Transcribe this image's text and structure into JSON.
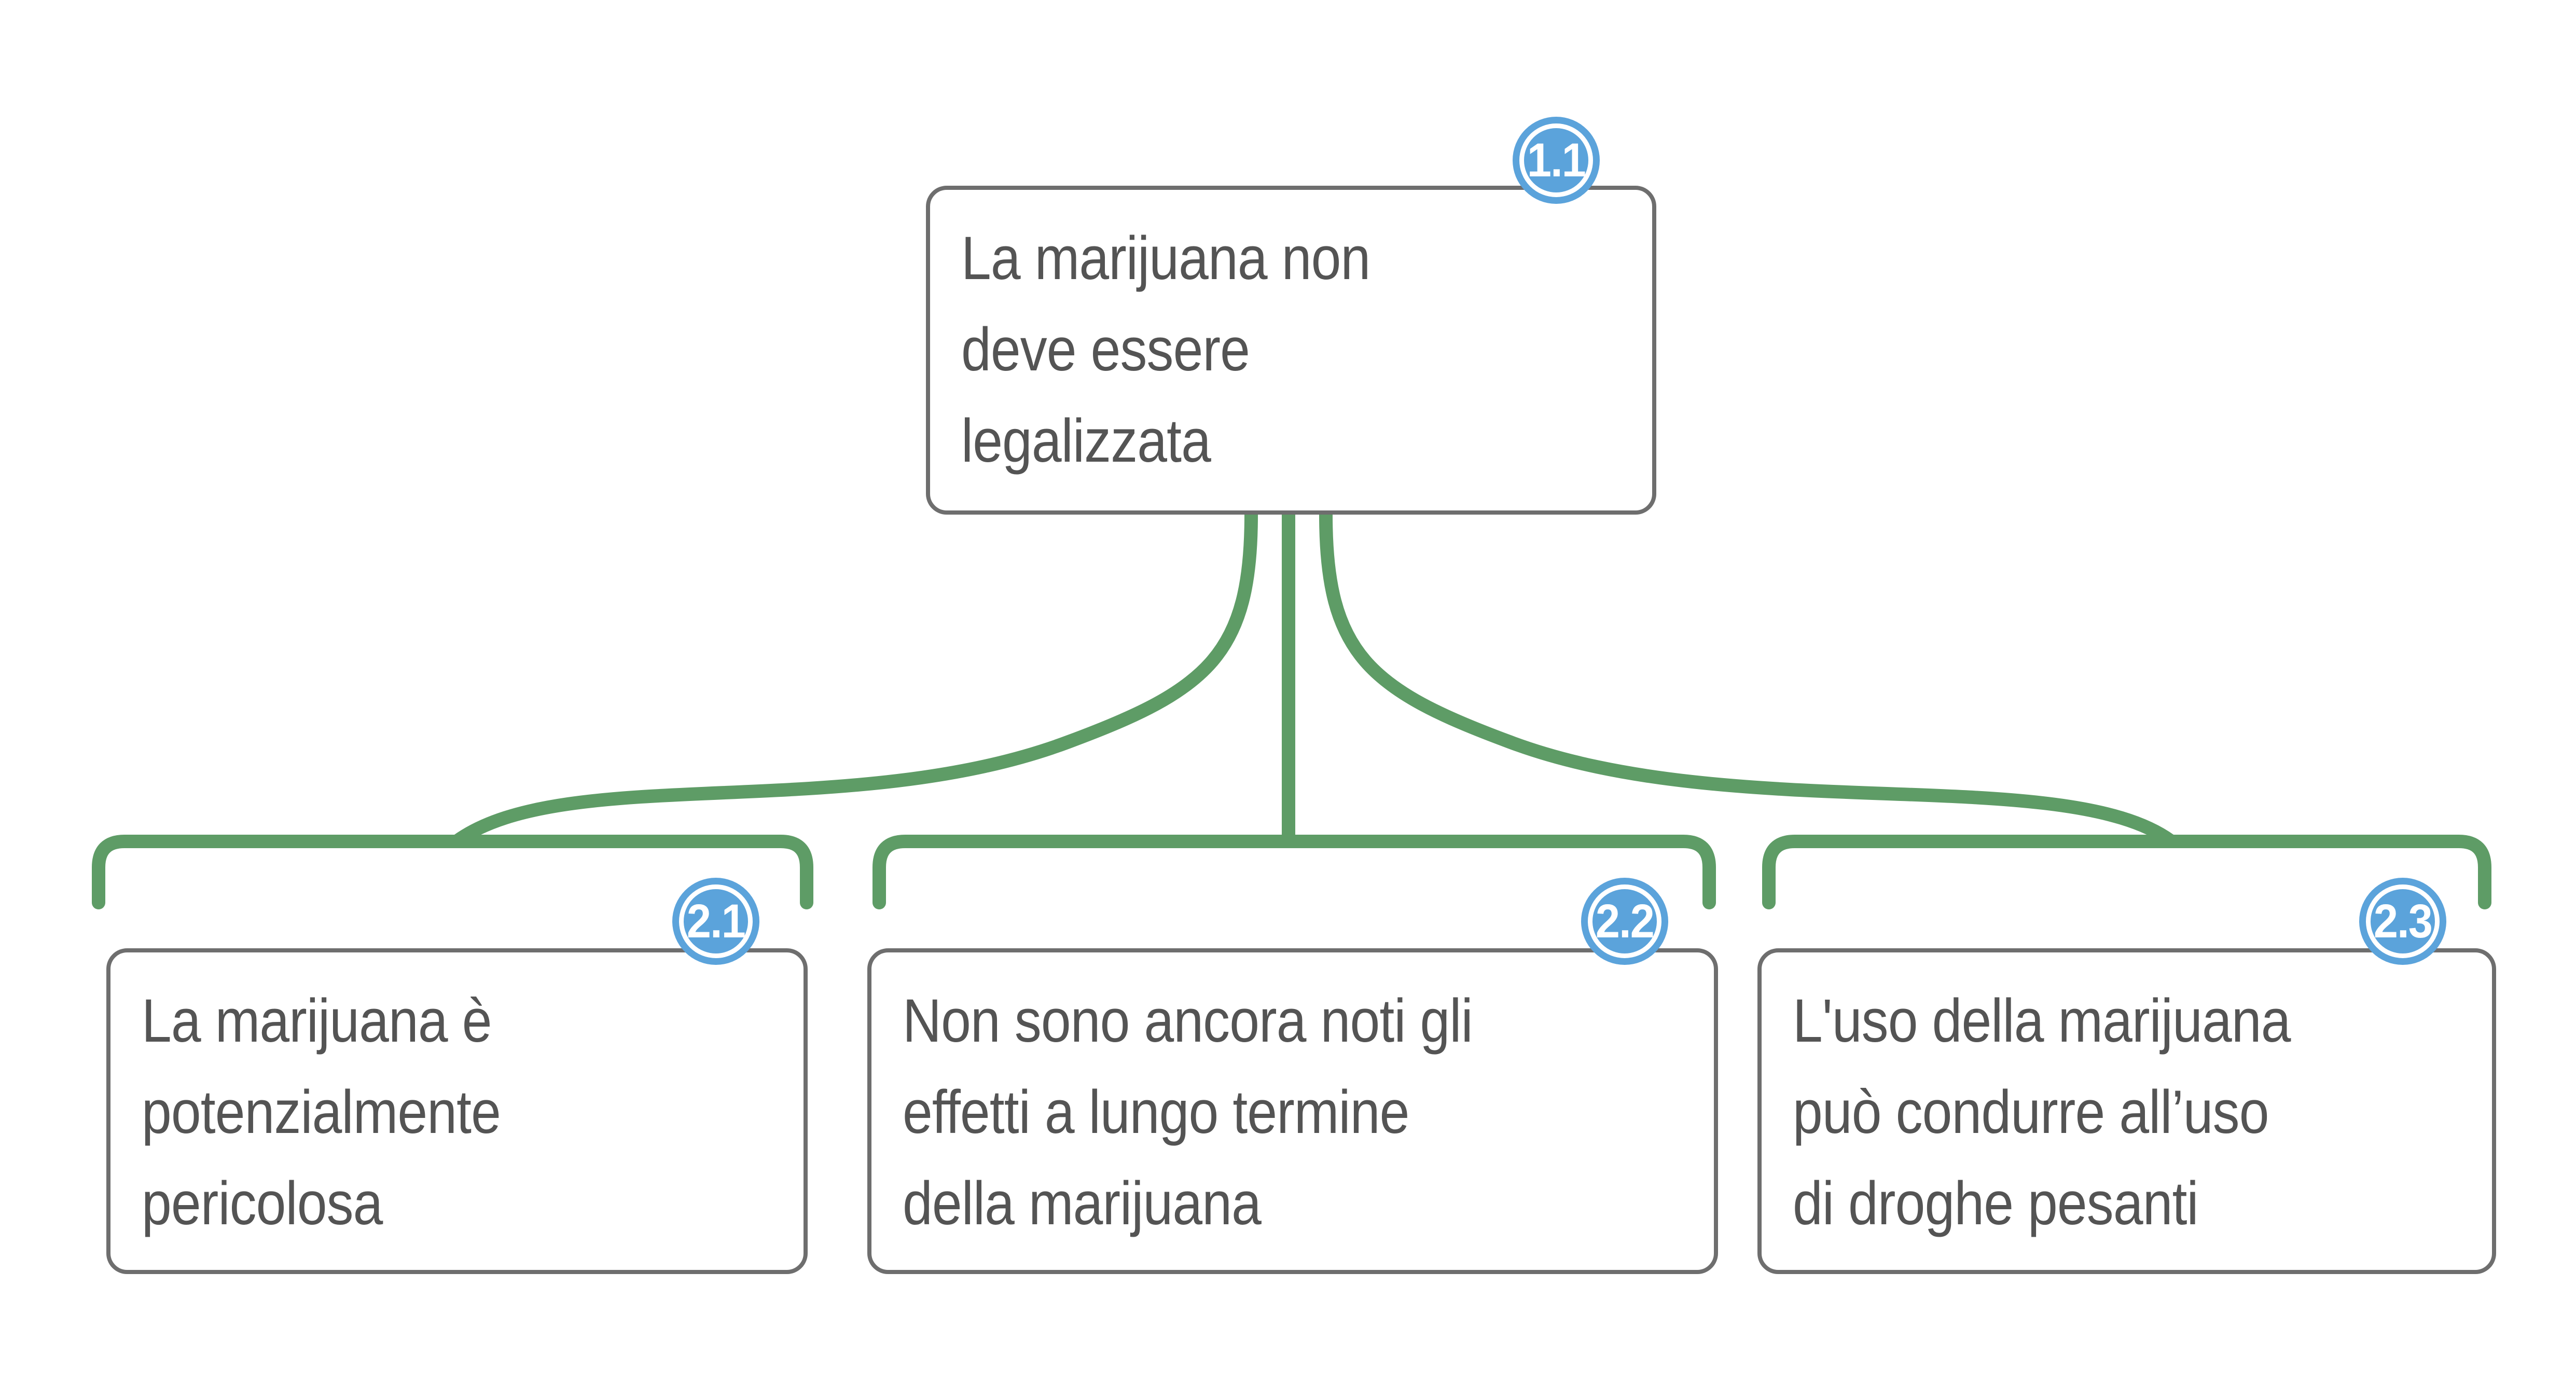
{
  "diagram": {
    "type": "argument-map",
    "language": "it",
    "background_color": "#ffffff",
    "colors": {
      "connector_green": "#5e9c66",
      "badge_blue": "#5ba3db",
      "badge_text": "#ffffff",
      "box_border": "#6e6e6e",
      "box_fill": "#ffffff",
      "node_text": "#545454"
    },
    "root": {
      "badge": "1.1",
      "text": "La marijuana non deve essere legalizzata",
      "lines": "La marijuana non\ndeve essere\nlegalizzata"
    },
    "children": [
      {
        "badge": "2.1",
        "text": "La marijuana è potenzialmente pericolosa",
        "lines": "La marijuana è\npotenzialmente\npericolosa"
      },
      {
        "badge": "2.2",
        "text": "Non sono ancora noti gli effetti a lungo termine della marijuana",
        "lines": "Non sono ancora noti gli\neffetti a lungo termine\ndella marijuana"
      },
      {
        "badge": "2.3",
        "text": "L'uso della marijuana può condurre all’uso di droghe pesanti",
        "lines": "L'uso della marijuana\npuò condurre all’uso\ndi droghe pesanti"
      }
    ]
  }
}
